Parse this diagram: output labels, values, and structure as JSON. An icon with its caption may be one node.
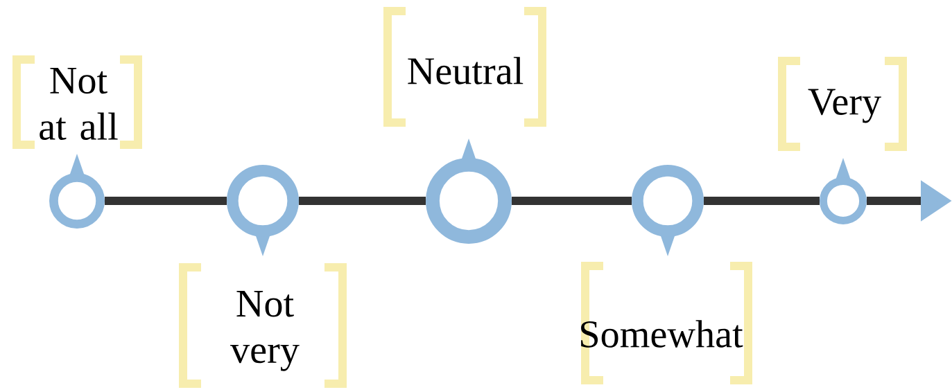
{
  "diagram": {
    "nodes": [
      {
        "text": [
          "Not at all"
        ]
      },
      {
        "text": [],
        "shape": "circle"
      },
      {
        "text": [
          "Not very"
        ]
      },
      {
        "text": [],
        "shape": "circle"
      },
      {
        "text": [
          "Neutral"
        ]
      },
      {
        "text": [],
        "shape": "circle"
      },
      {
        "text": [
          "Somewhat"
        ]
      },
      {
        "text": [],
        "shape": "circle"
      },
      {
        "text": [
          "Very"
        ]
      },
      {
        "text": [],
        "shape": "circle"
      }
    ],
    "edges": [
      {
        "from": 1,
        "to": 3,
        "arrow": "none"
      },
      {
        "from": 3,
        "to": 5,
        "arrow": "none"
      },
      {
        "from": 5,
        "to": 7,
        "arrow": "none"
      },
      {
        "from": 7,
        "to": 9,
        "arrow": "none"
      },
      {
        "from": 9,
        "to": null,
        "arrow": "to"
      }
    ]
  }
}
